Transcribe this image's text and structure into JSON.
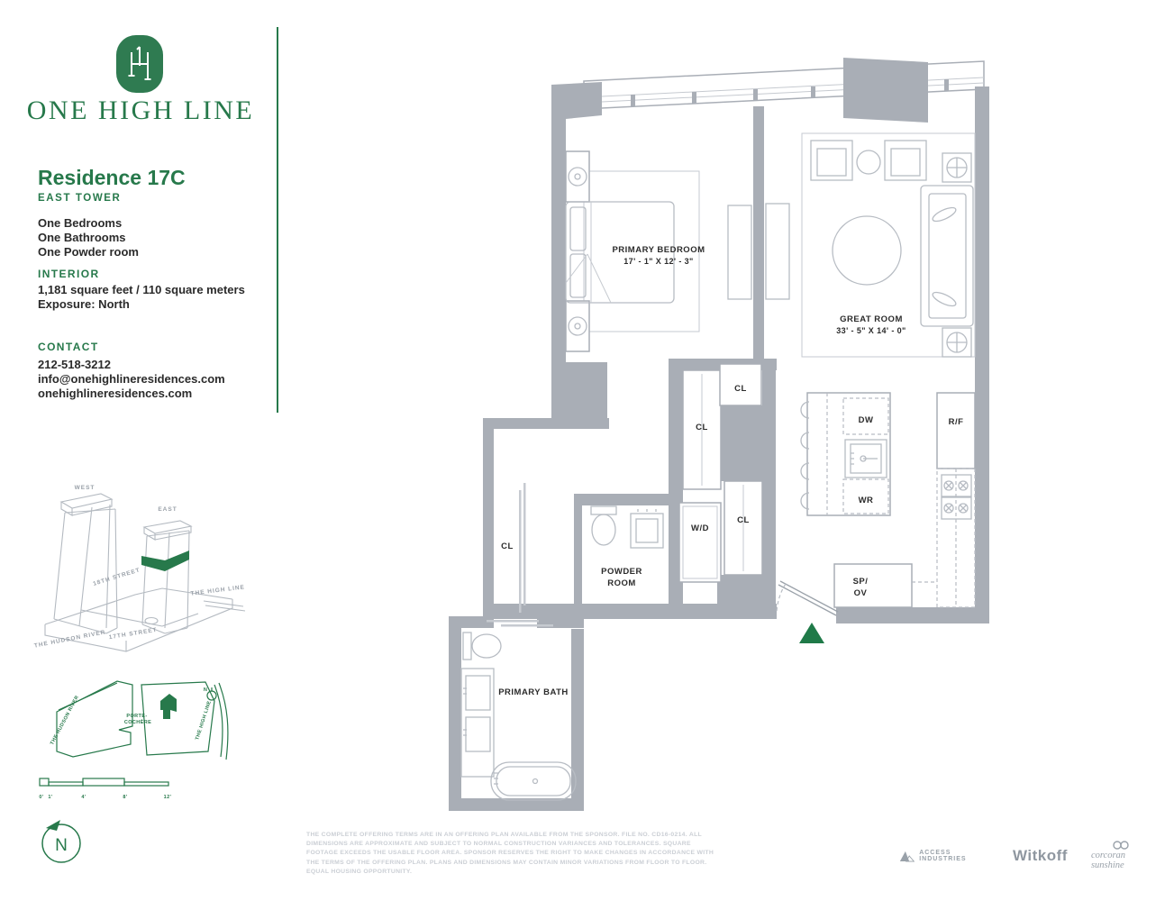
{
  "colors": {
    "brand_green": "#27794B",
    "wall_gray": "#A9AEB6",
    "furniture_gray": "#B7BCC3",
    "text_dark": "#2B2B2B",
    "fineprint_gray": "#CBCFD5",
    "sponsor_gray": "#99A1A9"
  },
  "brand": {
    "name": "ONE HIGH LINE"
  },
  "residence": {
    "title": "Residence 17C",
    "tower": "EAST TOWER",
    "features": [
      "One Bedrooms",
      "One Bathrooms",
      "One Powder room"
    ],
    "interior_label": "INTERIOR",
    "area": "1,181 square feet / 110 square meters",
    "exposure": "Exposure: North"
  },
  "contact": {
    "label": "CONTACT",
    "phone": "212-518-3212",
    "email": "info@onehighlineresidences.com",
    "website": "onehighlineresidences.com"
  },
  "building_diagram": {
    "west_label": "WEST",
    "east_label": "EAST",
    "street_18": "18TH STREET",
    "high_line": "THE HIGH LINE",
    "hudson_river": "THE HUDSON RIVER",
    "street_17": "17TH STREET"
  },
  "site_map": {
    "porte_line1": "PORTE-",
    "porte_line2": "COCHÈRE",
    "hudson_river": "THE HUDSON RIVER",
    "high_line": "THE HIGH LINE",
    "compass_n": "N"
  },
  "scale_bar": {
    "ticks": [
      "0'",
      "1'",
      "4'",
      "8'",
      "12'"
    ]
  },
  "north_arrow": {
    "label": "N"
  },
  "floor_plan": {
    "rooms": {
      "primary_bedroom_name": "PRIMARY BEDROOM",
      "primary_bedroom_dims": "17' - 1\" X 12' - 3\"",
      "great_room_name": "GREAT ROOM",
      "great_room_dims": "33' - 5\" X 14' - 0\"",
      "powder_line1": "POWDER",
      "powder_line2": "ROOM",
      "primary_bath": "PRIMARY BATH"
    },
    "labels": {
      "cl": "CL",
      "wd": "W/D",
      "dw": "DW",
      "wr": "WR",
      "rf": "R/F",
      "sp_ov_line1": "SP/",
      "sp_ov_line2": "OV"
    }
  },
  "disclaimer": "THE COMPLETE OFFERING TERMS ARE IN AN OFFERING PLAN AVAILABLE FROM THE SPONSOR. FILE NO. CD16-0214. ALL DIMENSIONS ARE APPROXIMATE AND SUBJECT TO NORMAL CONSTRUCTION VARIANCES AND TOLERANCES. SQUARE FOOTAGE EXCEEDS THE USABLE FLOOR AREA. SPONSOR RESERVES THE RIGHT TO MAKE CHANGES IN ACCORDANCE WITH THE TERMS OF THE OFFERING PLAN. PLANS AND DIMENSIONS MAY CONTAIN MINOR VARIATIONS FROM FLOOR TO FLOOR. EQUAL HOUSING OPPORTUNITY.",
  "sponsors": {
    "access": "ACCESS INDUSTRIES",
    "witkoff": "Witkoff",
    "corcoran": "corcoran sunshine"
  }
}
